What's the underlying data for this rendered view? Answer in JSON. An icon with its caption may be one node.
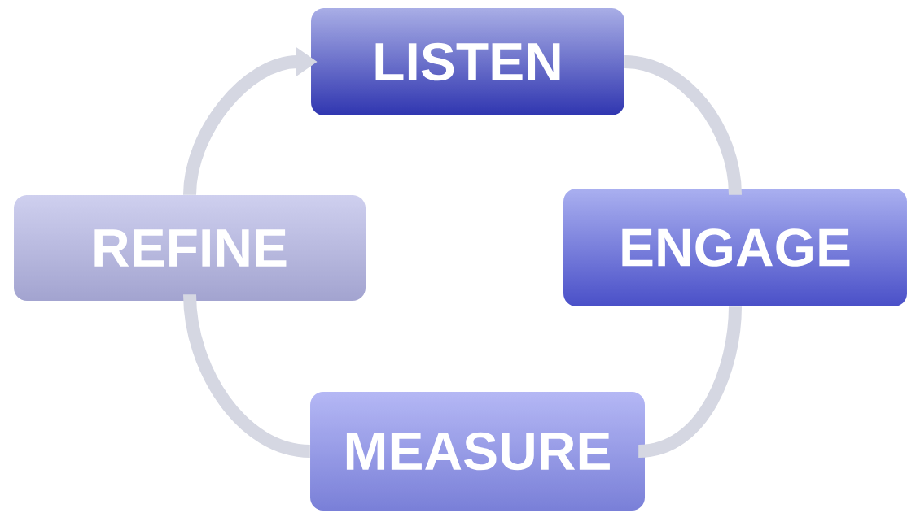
{
  "diagram": {
    "nodes": [
      {
        "text": [
          "LISTEN"
        ]
      },
      {
        "text": [
          "ENGAGE"
        ]
      },
      {
        "text": [
          "MEASURE"
        ]
      },
      {
        "text": [
          "REFINE"
        ]
      }
    ],
    "edges": [
      {
        "from": 0,
        "to": 1,
        "arrow": "none"
      },
      {
        "from": 1,
        "to": 2,
        "arrow": "none"
      },
      {
        "from": 2,
        "to": 3,
        "arrow": "none"
      },
      {
        "from": 3,
        "to": 0,
        "arrow": "to"
      }
    ]
  }
}
